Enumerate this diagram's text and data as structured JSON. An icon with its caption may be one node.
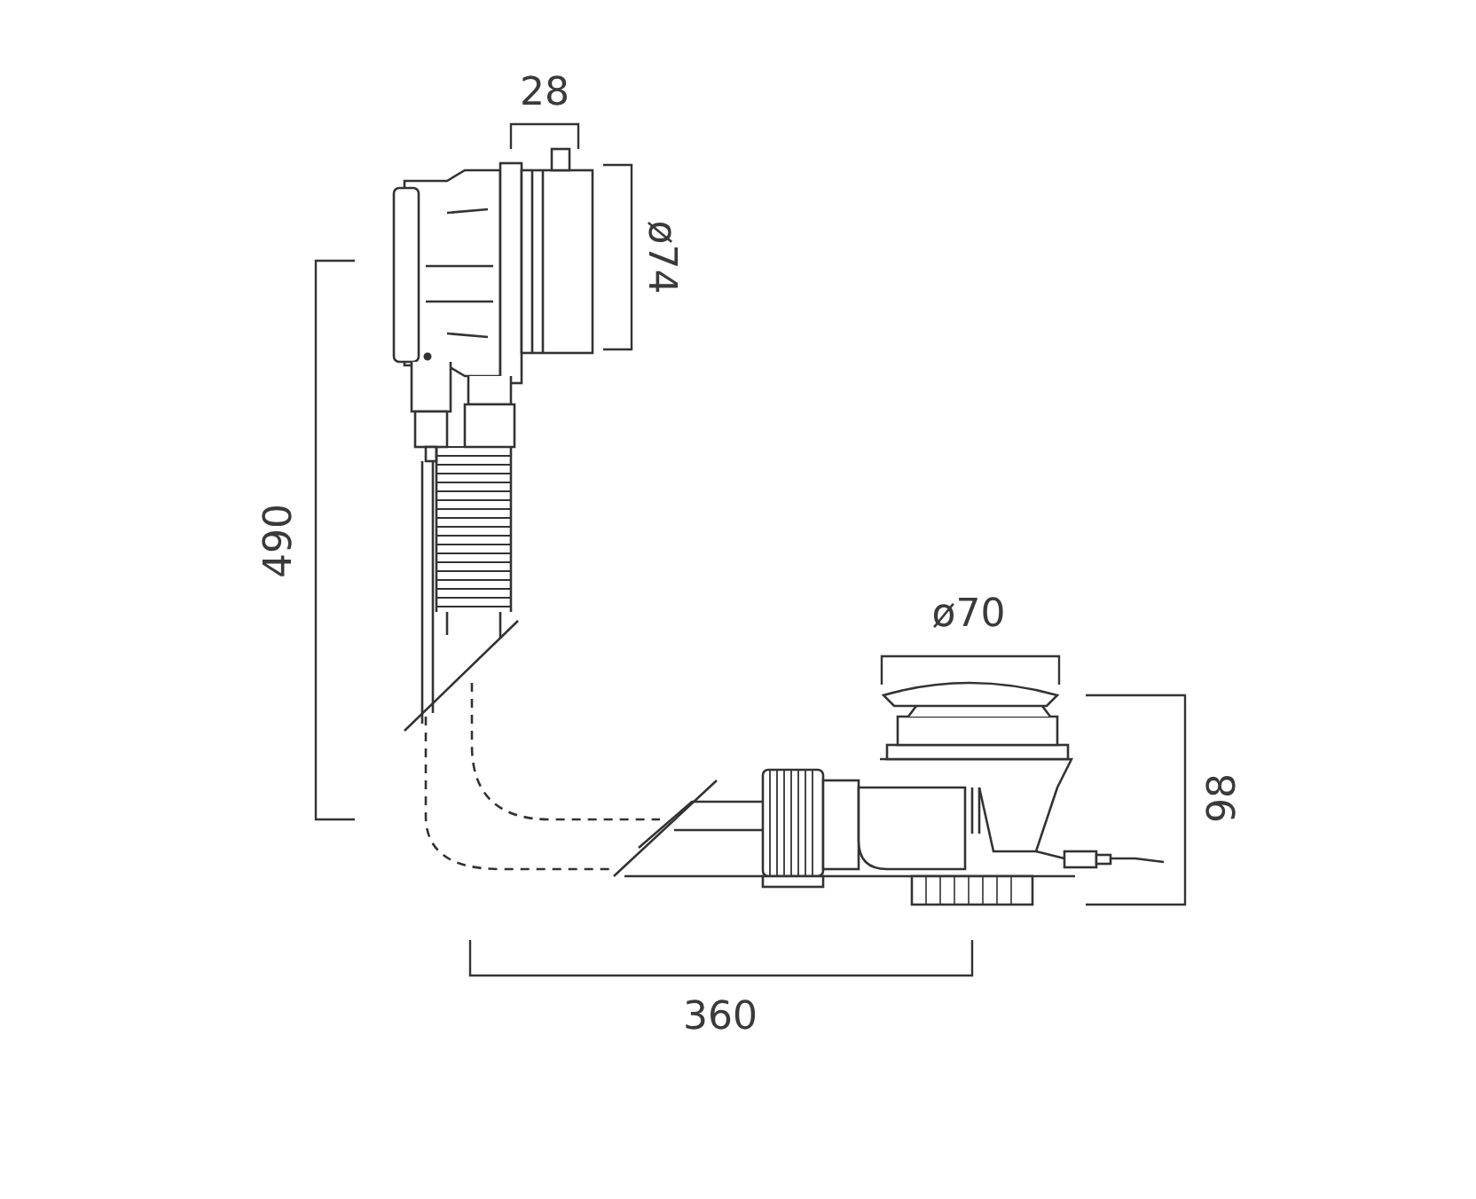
{
  "diagram": {
    "labels": [
      "28",
      "ø74",
      "490",
      "ø70",
      "98",
      "360"
    ]
  }
}
